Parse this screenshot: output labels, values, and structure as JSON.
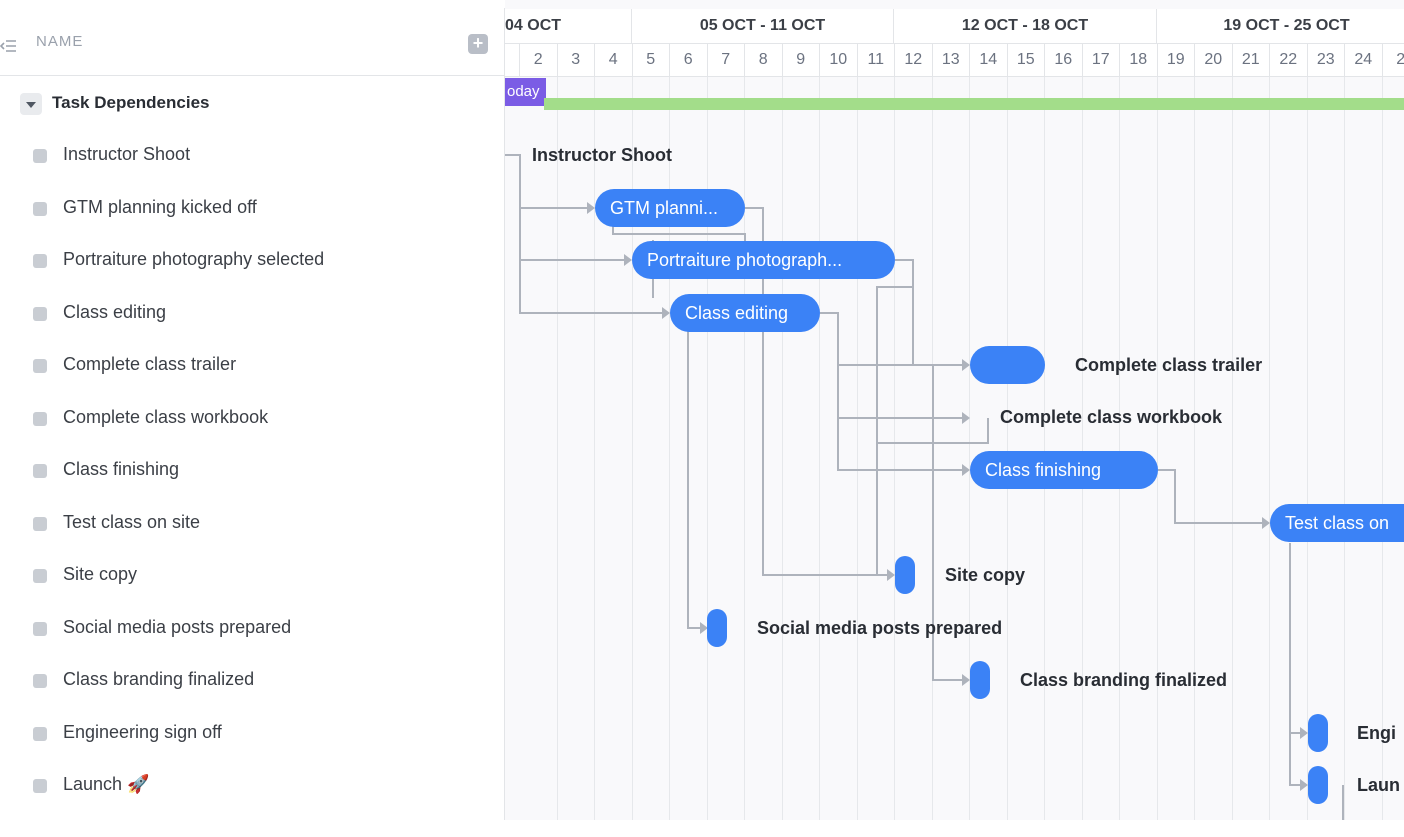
{
  "header": {
    "name_label": "NAME",
    "add_label": "+"
  },
  "group": {
    "name": "Task Dependencies"
  },
  "tasks": [
    {
      "name": "Instructor Shoot"
    },
    {
      "name": "GTM planning kicked off"
    },
    {
      "name": "Portraiture photography selected"
    },
    {
      "name": "Class editing"
    },
    {
      "name": "Complete class trailer"
    },
    {
      "name": "Complete class workbook"
    },
    {
      "name": "Class finishing"
    },
    {
      "name": "Test class on site"
    },
    {
      "name": "Site copy"
    },
    {
      "name": "Social media posts prepared"
    },
    {
      "name": "Class branding finalized"
    },
    {
      "name": "Engineering sign off"
    },
    {
      "name": "Launch 🚀"
    }
  ],
  "gantt": {
    "weeks": [
      "04 OCT",
      "05 OCT - 11 OCT",
      "12 OCT - 18 OCT",
      "19 OCT - 25 OCT"
    ],
    "days": [
      "2",
      "3",
      "4",
      "5",
      "6",
      "7",
      "8",
      "9",
      "10",
      "11",
      "12",
      "13",
      "14",
      "15",
      "16",
      "17",
      "18",
      "19",
      "20",
      "21",
      "22",
      "23",
      "24",
      "2"
    ],
    "today_label": "oday",
    "bars": {
      "gtm": "GTM planni...",
      "portraiture": "Portraiture photograph...",
      "class_editing": "Class editing",
      "class_finishing": "Class finishing",
      "test_class": "Test class on"
    },
    "labels": {
      "instructor_shoot": "Instructor Shoot",
      "complete_trailer": "Complete class trailer",
      "complete_workbook": "Complete class workbook",
      "site_copy": "Site copy",
      "social_media": "Social media posts prepared",
      "class_branding": "Class branding finalized",
      "engineering": "Engi",
      "launch": "Laun"
    }
  },
  "colors": {
    "bar": "#3b82f6",
    "today": "#7b5ce5",
    "progress": "#a3dd8a",
    "line": "#aeb3bc"
  }
}
